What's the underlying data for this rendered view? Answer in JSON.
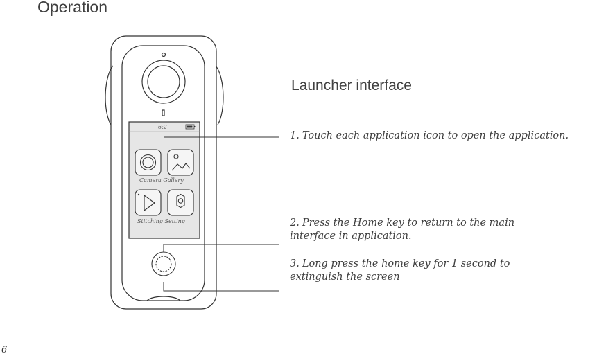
{
  "page_title": "Operation",
  "section_title": "Launcher interface",
  "device_screen": {
    "clock": "6:2",
    "app_row_1": "Camera Gallery",
    "app_row_2": "Stitching Setting",
    "icons": [
      "camera-icon",
      "gallery-icon",
      "play-icon",
      "settings-icon",
      "battery-icon",
      "home-key-icon"
    ]
  },
  "notes": [
    {
      "num": "1.",
      "text": "Touch each application icon to open the application."
    },
    {
      "num": "2.",
      "text": "Press the Home key to return to the main",
      "text2": "interface in application."
    },
    {
      "num": "3.",
      "text": "Long press the home key for 1 second to",
      "text2": "extinguish the screen"
    }
  ],
  "page_number": "6",
  "colors": {
    "line": "#333333",
    "screen_fill": "#e6e6e6",
    "text": "#3e3e3e"
  }
}
